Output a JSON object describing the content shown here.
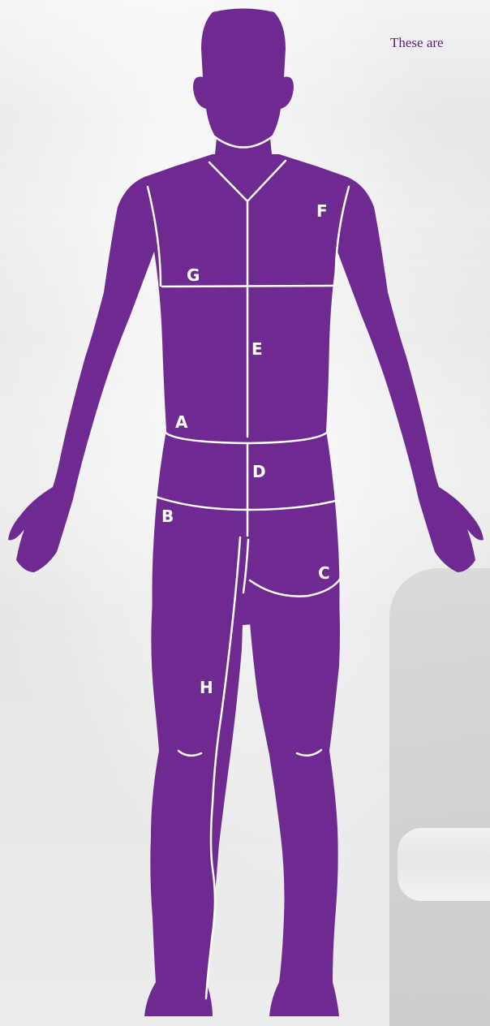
{
  "intro_text": "These are",
  "colors": {
    "figure": "#6E2A91",
    "lines": "#FFFFFF",
    "text": "#5A1F7A"
  },
  "labels": {
    "a": "A",
    "b": "B",
    "c": "C",
    "d": "D",
    "e": "E",
    "f": "F",
    "g": "G",
    "h": "H"
  }
}
